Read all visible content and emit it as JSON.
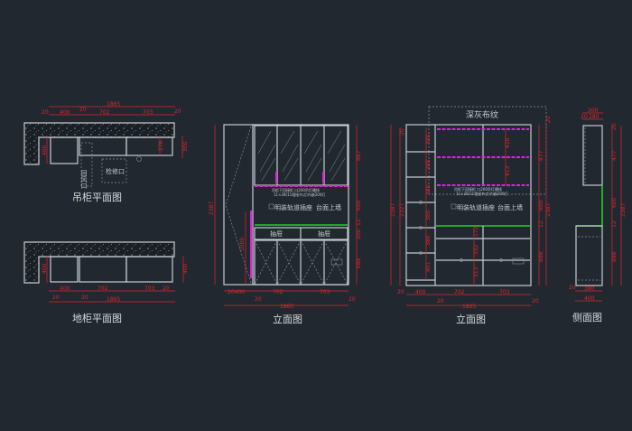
{
  "colors": {
    "background": "#212830",
    "line": "#c8cccf",
    "dimension": "#e0262a",
    "light_strip": "#e020e0",
    "worktop_line": "#22d022"
  },
  "hanging_plan": {
    "title": "吊柜平面图",
    "return_air": "回风口",
    "access": "检修口",
    "dims": {
      "total": "1865",
      "d1": "20",
      "d2": "400",
      "d3": "20",
      "d4": "702",
      "d5": "703",
      "d6": "20",
      "depth_left": "400",
      "depth_right": "300",
      "depth_inner": "276"
    }
  },
  "base_plan": {
    "title": "地柜平面图",
    "dims": {
      "d1": "400",
      "d2": "702",
      "d3": "703",
      "d4": "20",
      "d5": "20",
      "d6": "20",
      "total": "1865",
      "depth_left": "400",
      "depth_right": "400"
    }
  },
  "elevation_a": {
    "title": "立面图",
    "note1": "吊柜下回接柜 口200吊灯槽线",
    "note2": "11×28(11相接节点)内嵌200灯",
    "socket": "明装轨道插座",
    "wall": "台面上墙",
    "drawer1": "抽屉",
    "drawer2": "抽屉",
    "dims": {
      "h_total": "2387",
      "h1": "887",
      "h2": "600",
      "h3": "12",
      "h4": "200",
      "h5": "688",
      "strip": "1000",
      "left": "20400",
      "w1": "702",
      "w2": "703",
      "s1": "20",
      "s2": "20",
      "total": "1865"
    }
  },
  "elevation_b": {
    "title": "立面图",
    "fabric": "深灰布纹",
    "note1": "吊柜下回接柜 口200吊灯槽线",
    "note2": "11×28(11相接节点)内嵌200灯",
    "socket": "明装轨道插座",
    "wall": "台面上墙",
    "dims": {
      "h_total_left": "2387",
      "h_inner": "2327",
      "top": "20",
      "shelves": [
        "380",
        "380",
        "380",
        "380",
        "380",
        "401"
      ],
      "upper": [
        "410",
        "413"
      ],
      "lower": [
        "172",
        "332",
        "313"
      ],
      "h1": "877",
      "h2": "600",
      "h3": "12",
      "h4": "888",
      "h_total_right": "2387",
      "top_right": "20",
      "b0": "20",
      "b1": "400",
      "b2": "702",
      "b3": "703",
      "s1": "20",
      "s2": "20",
      "total": "1865"
    }
  },
  "side_view": {
    "title": "侧面图",
    "dims": {
      "top": "300",
      "t1": "20",
      "t2": "280",
      "h0": "20",
      "h1": "477",
      "h2": "600",
      "h3": "12",
      "h4": "888",
      "total": "2387",
      "b1": "20",
      "b2": "380",
      "bottom": "400"
    }
  }
}
